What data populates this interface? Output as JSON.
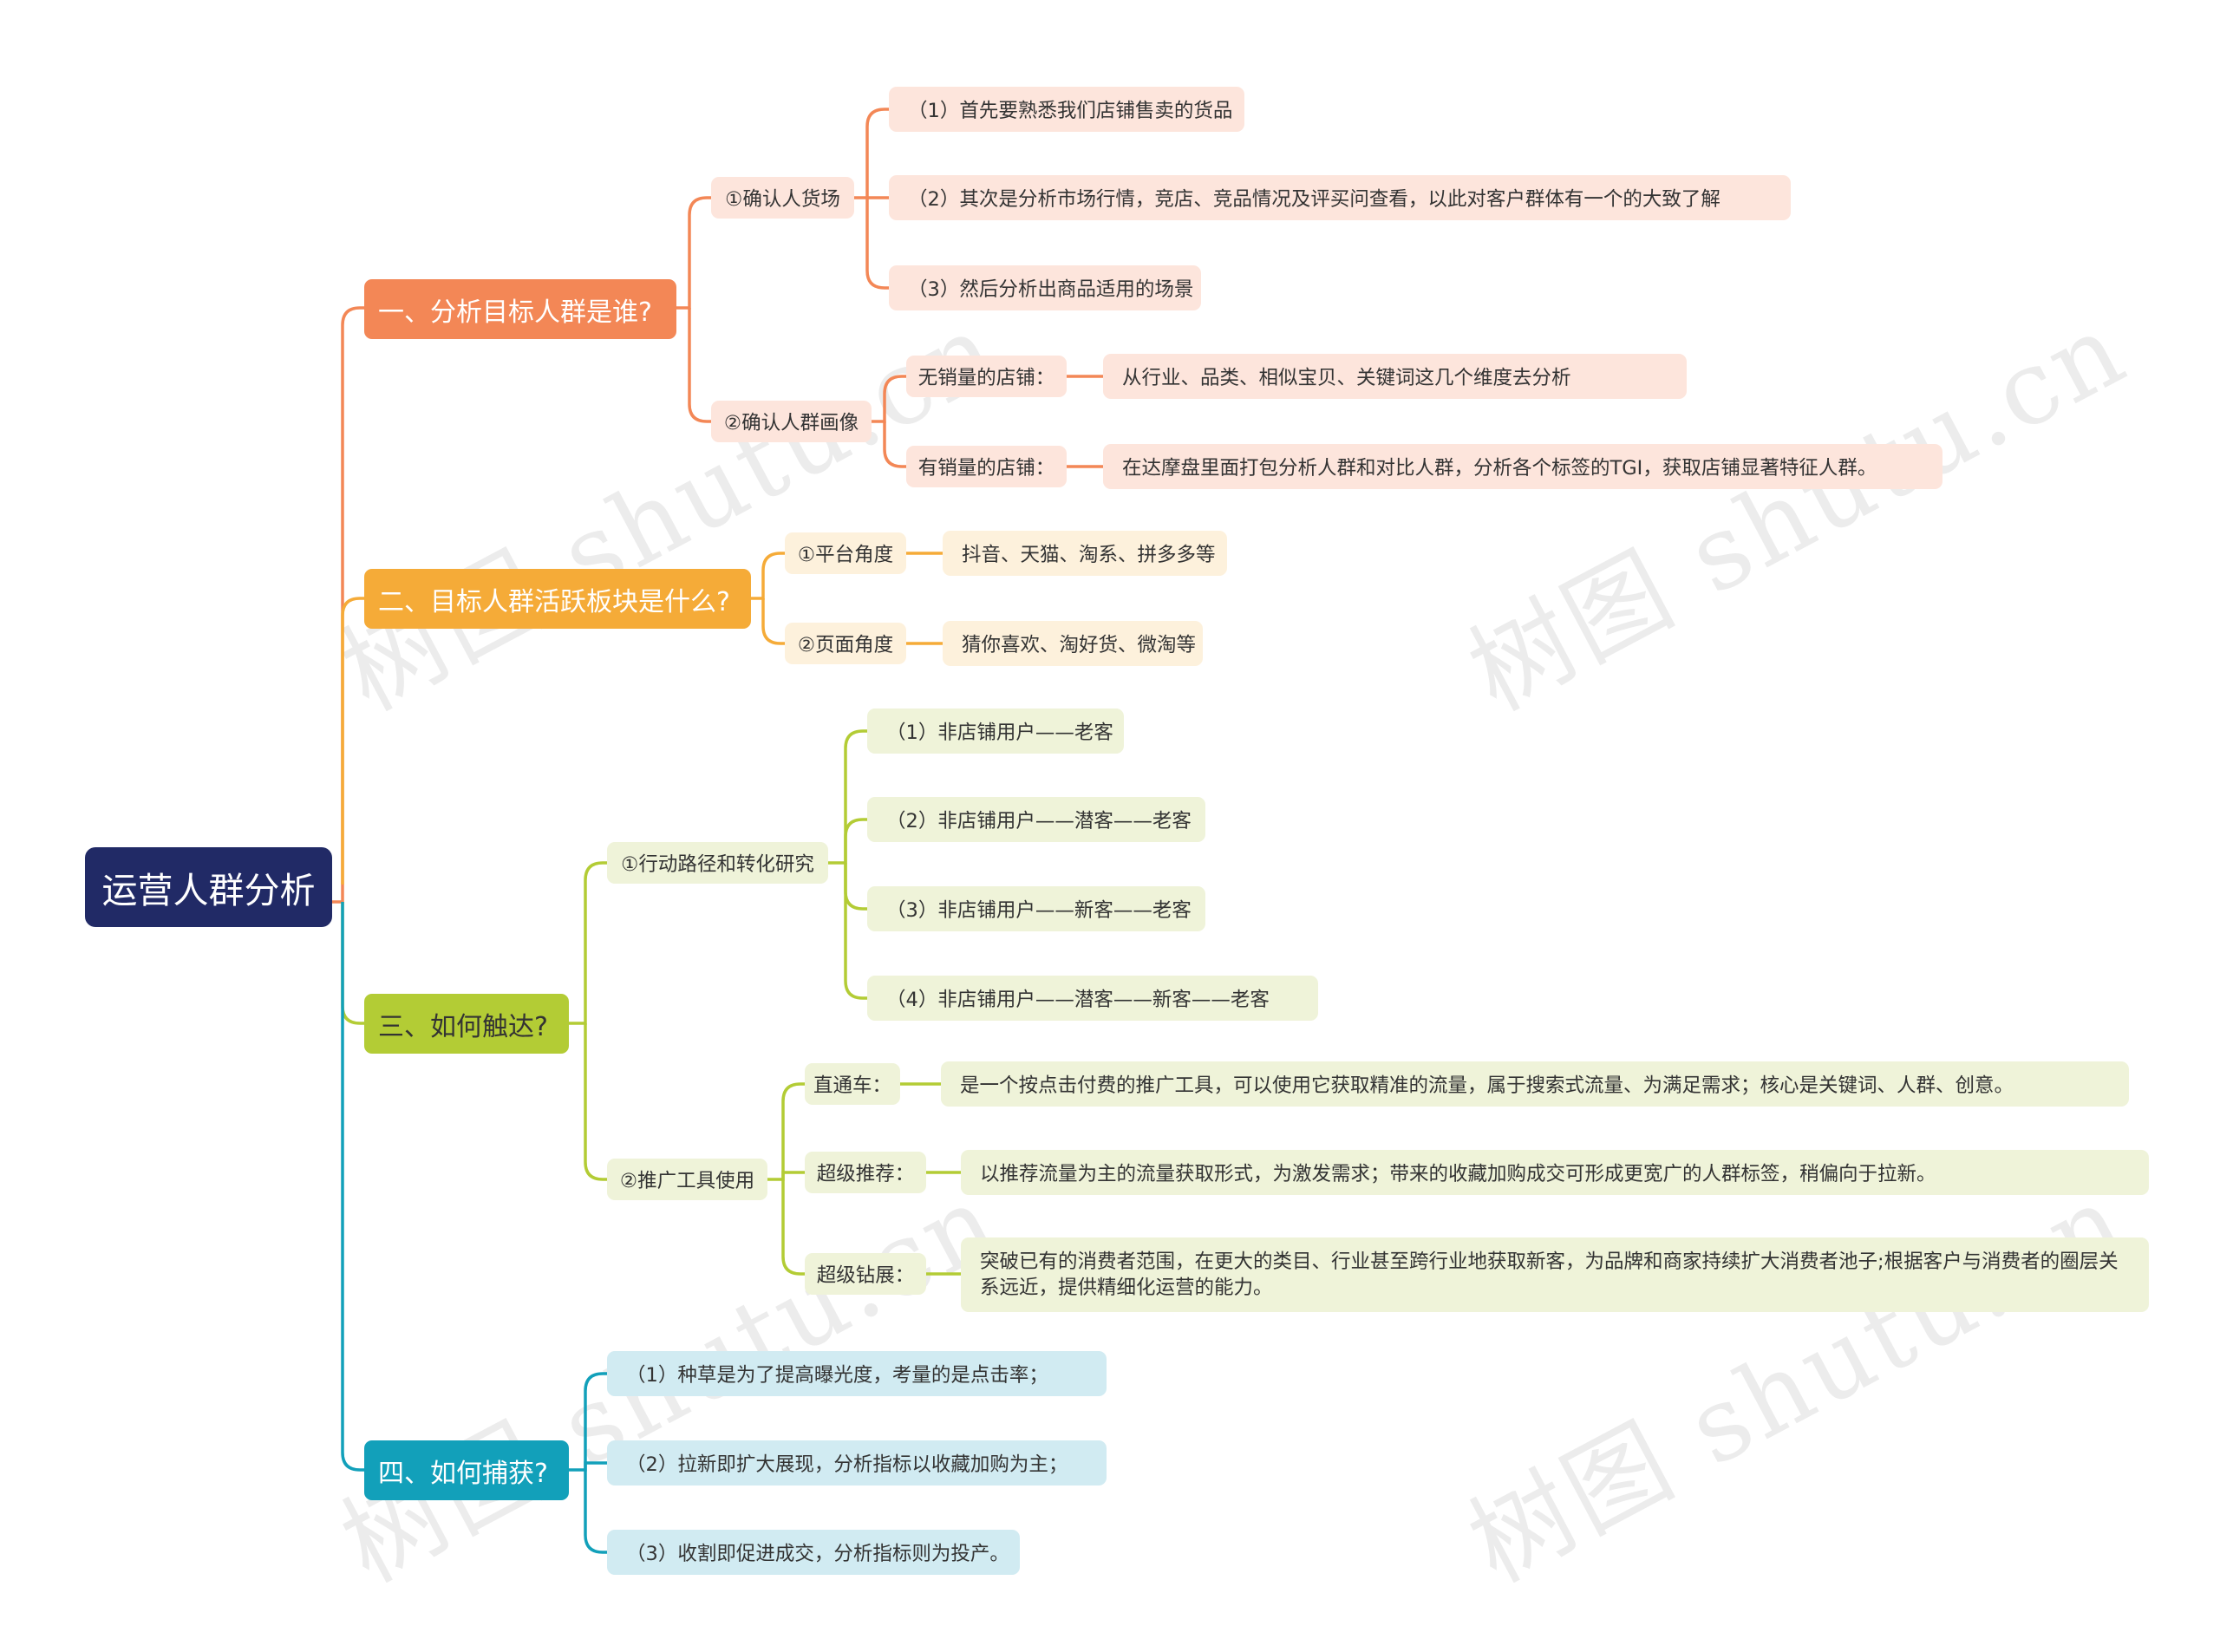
{
  "watermark": "树图 shutu.cn",
  "colors": {
    "root": "#212a66",
    "branch1": "#f38756",
    "branch2": "#f5ab38",
    "branch3": "#b3cc35",
    "branch4": "#12a0ba",
    "fill1": "#fde5dc",
    "fill2": "#fdf1dc",
    "fill3": "#eff3d9",
    "fill4": "#d1ebf2"
  },
  "root": {
    "label": "运营人群分析"
  },
  "b1": {
    "title": "一、分析目标人群是谁?",
    "s1": {
      "label": "①确认人货场",
      "items": [
        "（1）首先要熟悉我们店铺售卖的货品",
        "（2）其次是分析市场行情，竞店、竞品情况及评买问查看，以此对客户群体有一个的大致了解",
        "（3）然后分析出商品适用的场景"
      ]
    },
    "s2": {
      "label": "②确认人群画像",
      "k1": "无销量的店铺：",
      "v1": "从行业、品类、相似宝贝、关键词这几个维度去分析",
      "k2": "有销量的店铺：",
      "v2": "在达摩盘里面打包分析人群和对比人群，分析各个标签的TGI，获取店铺显著特征人群。"
    }
  },
  "b2": {
    "title": "二、目标人群活跃板块是什么?",
    "k1": "①平台角度",
    "v1": "抖音、天猫、淘系、拼多多等",
    "k2": "②页面角度",
    "v2": "猜你喜欢、淘好货、微淘等"
  },
  "b3": {
    "title": "三、如何触达?",
    "s1": {
      "label": "①行动路径和转化研究",
      "items": [
        "（1）非店铺用户——老客",
        "（2）非店铺用户——潜客——老客",
        "（3）非店铺用户——新客——老客",
        "（4）非店铺用户——潜客——新客——老客"
      ]
    },
    "s2": {
      "label": "②推广工具使用",
      "k1": "直通车：",
      "v1": "是一个按点击付费的推广工具，可以使用它获取精准的流量，属于搜索式流量、为满足需求；核心是关键词、人群、创意。",
      "k2": "超级推荐：",
      "v2": "以推荐流量为主的流量获取形式，为激发需求；带来的收藏加购成交可形成更宽广的人群标签，稍偏向于拉新。",
      "k3": "超级钻展：",
      "v3": "突破已有的消费者范围，在更大的类目、行业甚至跨行业地获取新客，为品牌和商家持续扩大消费者池子;根据客户与消费者的圈层关系远近，提供精细化运营的能力。"
    }
  },
  "b4": {
    "title": "四、如何捕获?",
    "items": [
      "（1）种草是为了提高曝光度，考量的是点击率；",
      "（2）拉新即扩大展现，分析指标以收藏加购为主；",
      "（3）收割即促进成交，分析指标则为投产。"
    ]
  }
}
